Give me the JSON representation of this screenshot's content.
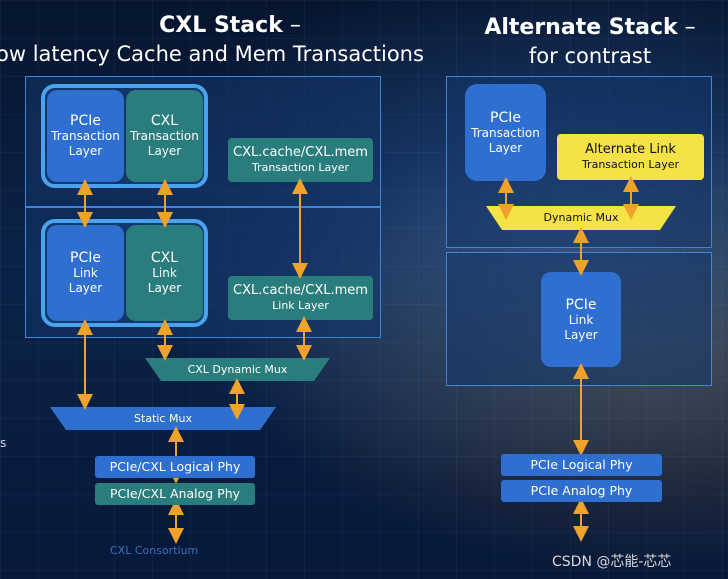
{
  "left": {
    "title_main": "CXL Stack",
    "title_dash": " –",
    "subtitle": "ow latency Cache and Mem Transactions",
    "pcie_txn": [
      "PCIe",
      "Transaction",
      "Layer"
    ],
    "cxl_txn": [
      "CXL",
      "Transaction",
      "Layer"
    ],
    "pcie_link": [
      "PCIe",
      "Link",
      "Layer"
    ],
    "cxl_link": [
      "CXL",
      "Link",
      "Layer"
    ],
    "cache_mem_txn": [
      "CXL.cache/CXL.mem",
      "Transaction Layer"
    ],
    "cache_mem_link": [
      "CXL.cache/CXL.mem",
      "Link Layer"
    ],
    "dynamic_mux": "CXL Dynamic Mux",
    "static_mux": "Static Mux",
    "logical_phy": "PCIe/CXL Logical Phy",
    "analog_phy": "PCIe/CXL Analog Phy",
    "consortium": "CXL Consortium",
    "edge_mark": "s"
  },
  "right": {
    "title_main": "Alternate Stack",
    "title_dash": " –",
    "subtitle": "for contrast",
    "pcie_txn": [
      "PCIe",
      "Transaction",
      "Layer"
    ],
    "alt_link": [
      "Alternate Link",
      "Transaction Layer"
    ],
    "dynamic_mux": "Dynamic Mux",
    "pcie_link": [
      "PCIe",
      "Link",
      "Layer"
    ],
    "logical_phy": "PCIe Logical Phy",
    "analog_phy": "PCIe Analog Phy"
  },
  "watermark": "CSDN @芯能-芯芯",
  "colors": {
    "arrow": "#f0a22a",
    "blue": "#2f6fcf",
    "teal": "#2a7d7d",
    "yellow": "#f4e246",
    "frame": "#4aa3ee"
  }
}
